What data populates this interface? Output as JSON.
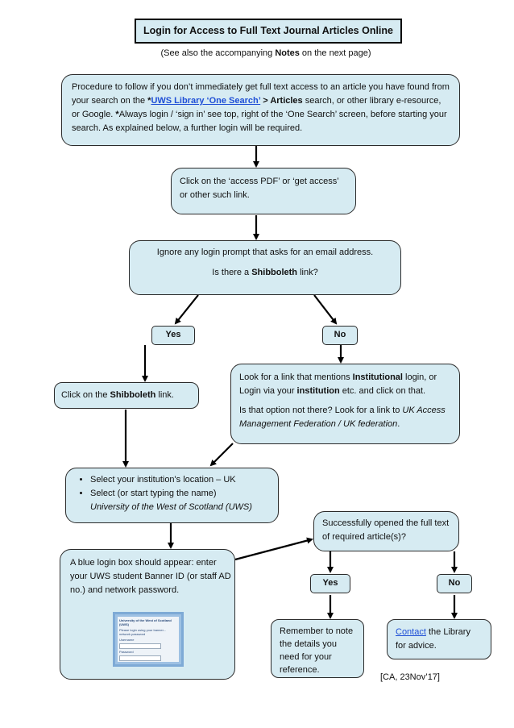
{
  "title": "Login for Access to Full Text Journal Articles Online",
  "subtitle": {
    "before": "(See also the accompanying ",
    "bold": "Notes",
    "after": " on the next page)"
  },
  "box1": {
    "t1": "Procedure to follow if you don’t immediately get full text access to an article you have found from your search on the ",
    "star1": "*",
    "link": "UWS Library ‘One Search’",
    "t2": " > ",
    "bold1": "Articles",
    "t3": " search, or other library e-resource, or Google.  ",
    "bold2": "*",
    "t4": "Always login / ‘sign in’ see top, right of the ‘One Search’ screen, before starting your search.  As explained below, a further login will be required."
  },
  "box2": {
    "text": "Click on the ‘access PDF’ or ‘get access’ or other such link."
  },
  "box3": {
    "line1": "Ignore any login prompt that asks for an email address.",
    "pre": "Is there a ",
    "bold": "Shibboleth",
    "post": " link?"
  },
  "yes1": "Yes",
  "no1": "No",
  "box_shib": {
    "pre": "Click on the ",
    "bold": "Shibboleth",
    "post": " link."
  },
  "box_inst": {
    "p1a": "Look for a link that mentions ",
    "p1b": "Institutional",
    "p1c": " login, or Login via your ",
    "p1d": "institution",
    "p1e": " etc. and click on that.",
    "p2a": "Is that option not there? Look for a link to ",
    "p2b": "UK Access Management Federation / UK federation",
    "p2c": "."
  },
  "box_select": {
    "item1": "Select your institution's location – UK",
    "item2a": "Select (or start typing the name)",
    "item2b": "University of the West of Scotland (UWS)"
  },
  "box_login": {
    "text": "A blue login box should appear: enter your UWS student Banner ID (or staff AD no.) and network password.",
    "mini_title": "University of the West of Scotland (UWS)",
    "mini_body": "Please login using your banner... network password",
    "mini_user": "Username",
    "mini_pass": "Password"
  },
  "box_success": {
    "text": "Successfully opened the full text of required article(s)?"
  },
  "yes2": "Yes",
  "no2": "No",
  "box_remember": {
    "text": "Remember to note the details you need for your reference."
  },
  "box_contact": {
    "link": "Contact",
    "text": " the Library for advice."
  },
  "footer": "[CA, 23Nov’17]"
}
